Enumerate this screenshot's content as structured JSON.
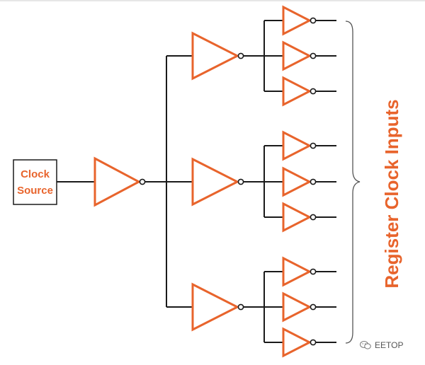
{
  "source_box": {
    "line1": "Clock",
    "line2": "Source"
  },
  "side_label": "Register Clock Inputs",
  "watermark": {
    "text": "EETOP",
    "icon": "wechat-icon"
  },
  "colors": {
    "accent": "#e8642c",
    "line": "#1a1a1a",
    "background": "#ffffff"
  }
}
